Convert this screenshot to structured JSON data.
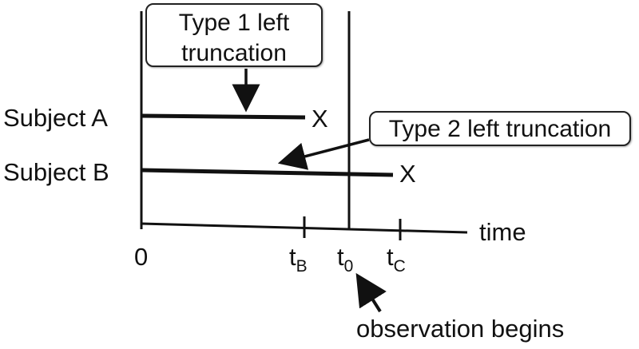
{
  "callouts": {
    "type1_line1": "Type 1 left",
    "type1_line2": "truncation",
    "type2": "Type 2 left truncation"
  },
  "subjects": {
    "a": "Subject A",
    "b": "Subject B"
  },
  "event_marker": "X",
  "axis": {
    "label": "time",
    "origin": "0",
    "ticks": [
      {
        "main": "t",
        "sub": "B"
      },
      {
        "main": "t",
        "sub": "0"
      },
      {
        "main": "t",
        "sub": "C"
      }
    ]
  },
  "annotation": "observation begins"
}
